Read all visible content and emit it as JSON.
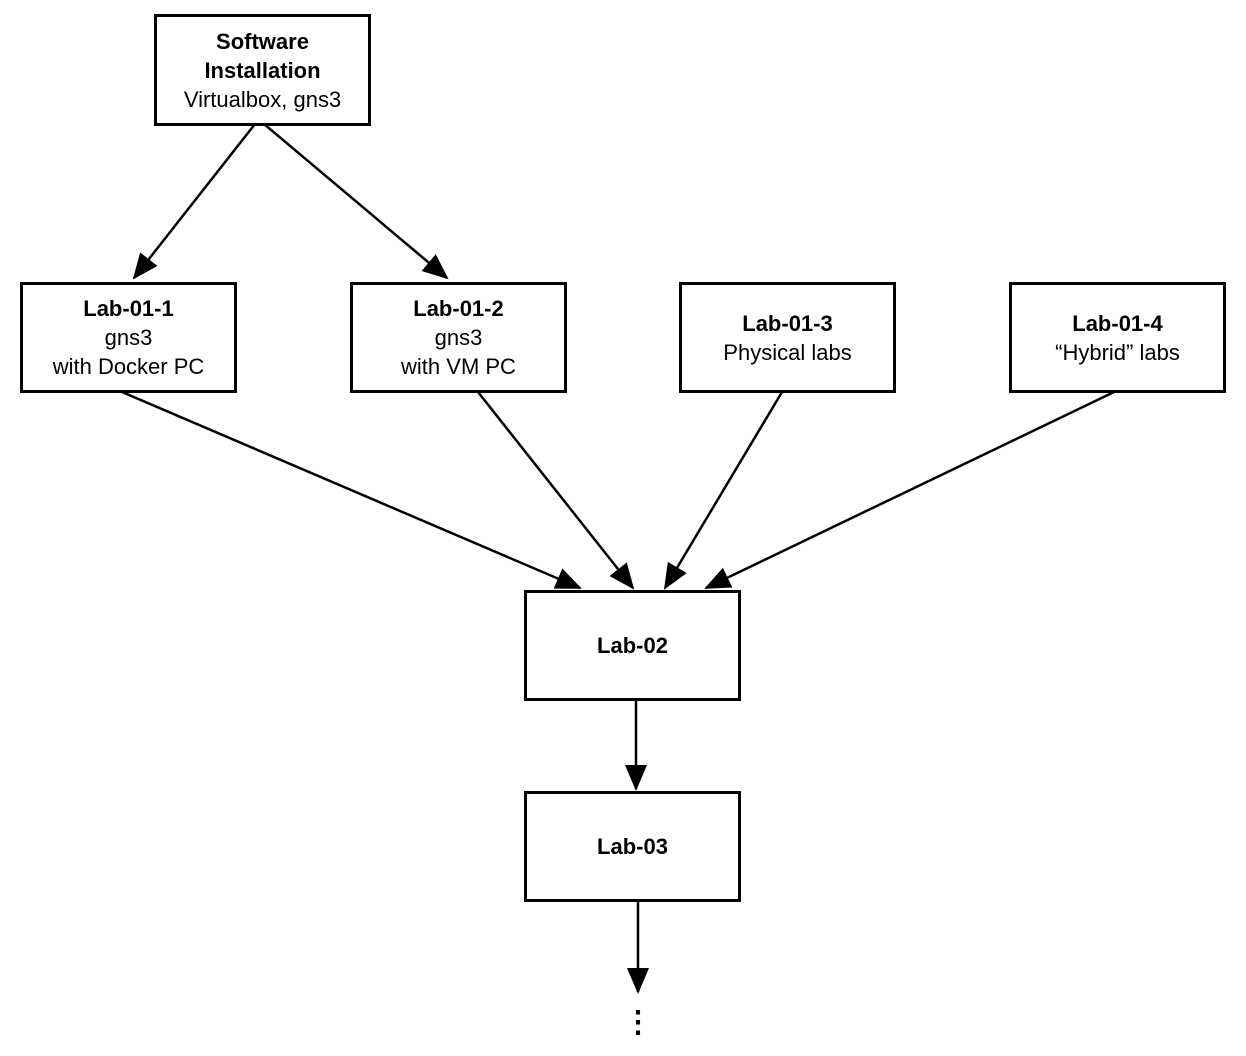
{
  "nodes": {
    "software": {
      "title_line1": "Software",
      "title_line2": "Installation",
      "subtitle": "Virtualbox, gns3"
    },
    "lab011": {
      "title": "Lab-01-1",
      "line1": "gns3",
      "line2": "with Docker PC"
    },
    "lab012": {
      "title": "Lab-01-2",
      "line1": "gns3",
      "line2": "with VM PC"
    },
    "lab013": {
      "title": "Lab-01-3",
      "line1": "Physical labs"
    },
    "lab014": {
      "title": "Lab-01-4",
      "line1": "“Hybrid” labs"
    },
    "lab02": {
      "title": "Lab-02"
    },
    "lab03": {
      "title": "Lab-03"
    }
  },
  "edges": [
    {
      "from": "Software Installation",
      "to": "Lab-01-1"
    },
    {
      "from": "Software Installation",
      "to": "Lab-01-2"
    },
    {
      "from": "Lab-01-1",
      "to": "Lab-02"
    },
    {
      "from": "Lab-01-2",
      "to": "Lab-02"
    },
    {
      "from": "Lab-01-3",
      "to": "Lab-02"
    },
    {
      "from": "Lab-01-4",
      "to": "Lab-02"
    },
    {
      "from": "Lab-02",
      "to": "Lab-03"
    },
    {
      "from": "Lab-03",
      "to": "⋮"
    }
  ],
  "continuation": "⋮",
  "colors": {
    "stroke": "#000000",
    "background": "#ffffff"
  }
}
